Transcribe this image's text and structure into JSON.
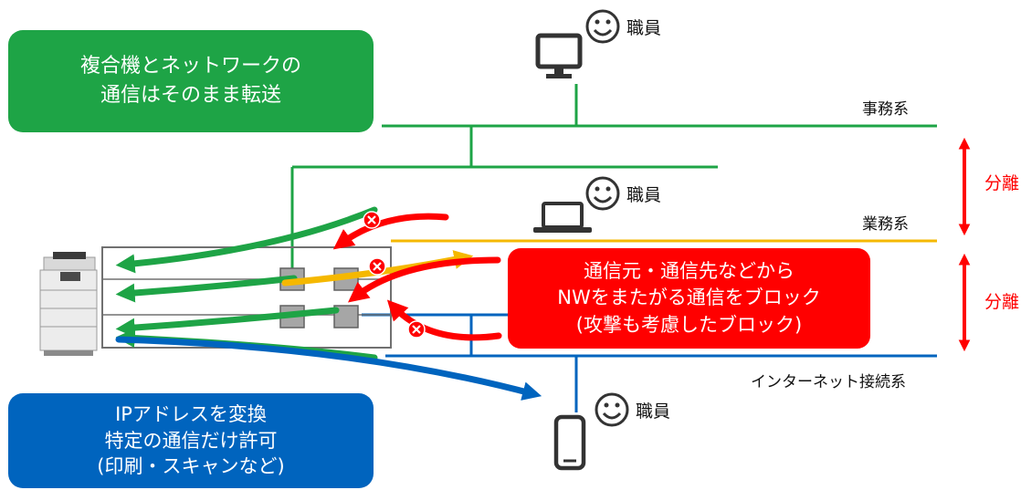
{
  "boxes": {
    "green": {
      "lines": [
        "複合機とネットワークの",
        "通信はそのまま転送"
      ],
      "color": "#1ea446"
    },
    "red": {
      "lines": [
        "通信元・通信先などから",
        "NWをまたがる通信をブロック",
        "(攻撃も考慮したブロック)"
      ],
      "color": "#ff0000"
    },
    "blue": {
      "lines": [
        "IPアドレスを変換",
        "特定の通信だけ許可",
        "(印刷・スキャンなど)"
      ],
      "color": "#0064be"
    }
  },
  "networks": {
    "office": "事務系",
    "business": "業務系",
    "internet": "インターネット接続系"
  },
  "separation_label": "分離",
  "staff_label": "職員",
  "colors": {
    "office_line": "#1ea446",
    "business_line": "#f5b800",
    "internet_line": "#0064be",
    "block_arrow": "#ff0000",
    "separation_arrow": "#ff0000"
  },
  "icons": [
    "smiley-icon",
    "desktop-monitor-icon",
    "laptop-icon",
    "smartphone-icon",
    "multifunction-printer-icon",
    "block-x-icon"
  ]
}
